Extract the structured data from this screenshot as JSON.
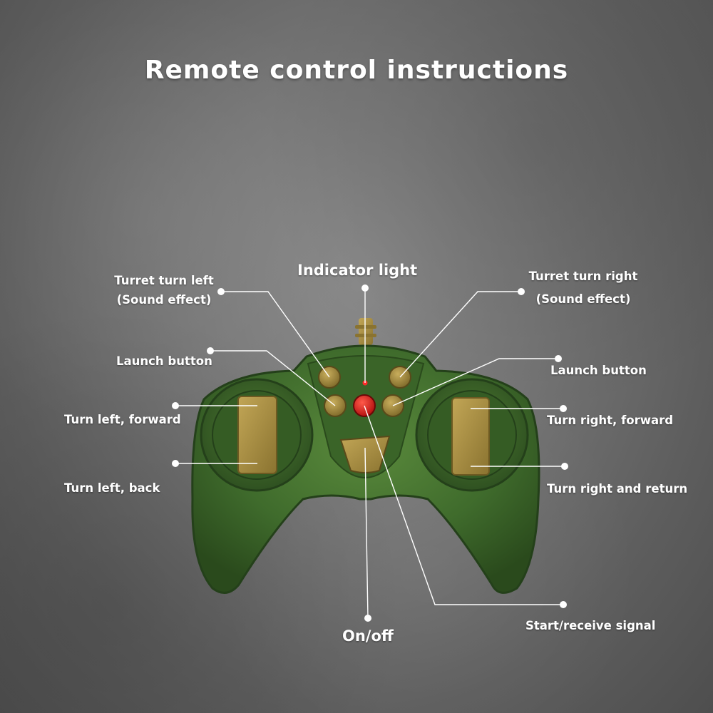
{
  "title": "Remote control instructions",
  "labels": {
    "turret_left_line1": "Turret turn left",
    "turret_left_line2": "(Sound effect)",
    "turret_right_line1": "Turret turn right",
    "turret_right_line2": "(Sound effect)",
    "indicator_light": "Indicator light",
    "launch_left": "Launch button",
    "launch_right": "Launch button",
    "turn_left_forward": "Turn left, forward",
    "turn_left_back": "Turn left, back",
    "turn_right_forward": "Turn right, forward",
    "turn_right_return": "Turn right and return",
    "on_off": "On/off",
    "start_receive": "Start/receive signal"
  },
  "colors": {
    "controller_green": "#3f6b2c",
    "controller_dark": "#2c4d1f",
    "button_tan": "#a08a3c",
    "indicator_red": "#e01818",
    "leader_line": "#ffffff"
  }
}
